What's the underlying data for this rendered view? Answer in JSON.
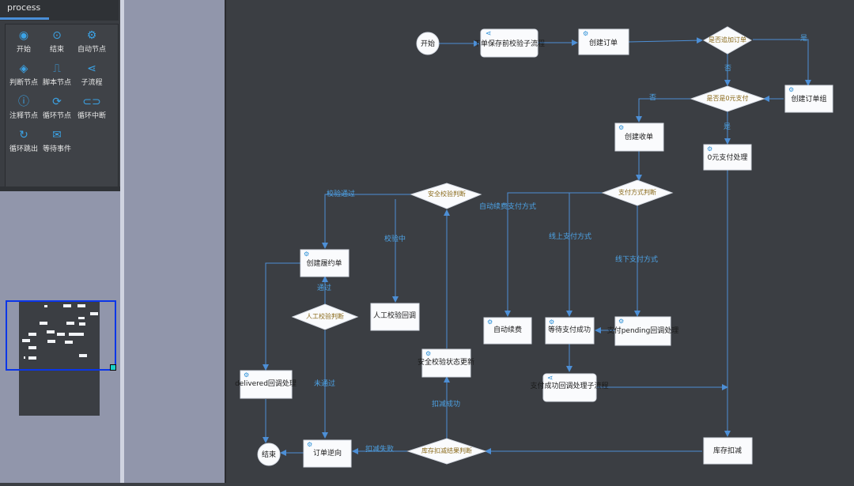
{
  "palette": {
    "title": "process",
    "items": [
      {
        "label": "开始",
        "icon": "start-icon"
      },
      {
        "label": "结束",
        "icon": "end-icon"
      },
      {
        "label": "自动节点",
        "icon": "auto-node-icon"
      },
      {
        "label": "判断节点",
        "icon": "decision-icon"
      },
      {
        "label": "脚本节点",
        "icon": "script-icon"
      },
      {
        "label": "子流程",
        "icon": "subprocess-icon"
      },
      {
        "label": "注释节点",
        "icon": "info-icon"
      },
      {
        "label": "循环节点",
        "icon": "loop-icon"
      },
      {
        "label": "循环中断",
        "icon": "loop-break-icon"
      },
      {
        "label": "循环跳出",
        "icon": "loop-exit-icon"
      },
      {
        "label": "等待事件",
        "icon": "mail-icon"
      }
    ]
  },
  "diagram": {
    "nodes": {
      "start": "开始",
      "presave": "下单保存前校验子流程",
      "create_order": "创建订单",
      "append_order": "是否追加订单",
      "create_order_group": "创建订单组",
      "zero_pay": "是否是0元支付",
      "zero_pay_handle": "0元支付处理",
      "create_receipt": "创建收单",
      "pay_method": "支付方式判断",
      "security_check": "安全校验判断",
      "create_contract": "创建履约单",
      "manual_check": "人工校验判断",
      "manual_callback": "人工校验回调",
      "auto_renew": "自动续费",
      "wait_pay": "等待支付成功",
      "pending_callback": "支付pending回调处理",
      "security_update": "安全校验状态更新",
      "pay_success_sub": "支付成功回调处理子流程",
      "delivered": "delivered回调处理",
      "stock_deduct": "库存扣减",
      "stock_result": "库存扣减结果判断",
      "order_reverse": "订单逆向",
      "end": "结束"
    },
    "edges": {
      "yes1": "是",
      "no1": "否",
      "no2": "否",
      "yes2": "是",
      "check_pass": "校验通过",
      "checking": "校验中",
      "auto_renew_method": "自动续费支付方式",
      "online_method": "线上支付方式",
      "offline_method": "线下支付方式",
      "pass": "通过",
      "not_pass": "未通过",
      "deduct_success": "扣减成功",
      "deduct_fail": "扣减失败"
    }
  }
}
